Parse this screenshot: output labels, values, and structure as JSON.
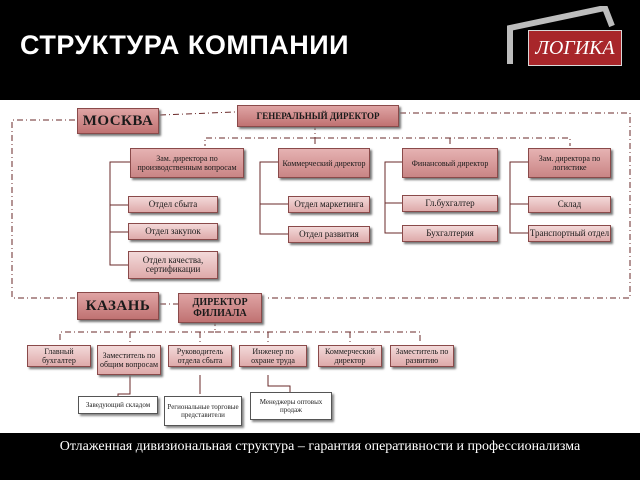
{
  "header": {
    "title": "СТРУКТУРА КОМПАНИИ",
    "logo_text": "ЛОГИКА"
  },
  "chart": {
    "moscow": "МОСКВА",
    "general_director": "ГЕНЕРАЛЬНЫЙ ДИРЕКТОР",
    "directors": [
      "Зам. директора по производственным вопросам",
      "Коммерческий директор",
      "Финансовый директор",
      "Зам. директора по логистике"
    ],
    "departments": {
      "production": [
        "Отдел сбыта",
        "Отдел закупок",
        "Отдел качества, сертификации"
      ],
      "commercial": [
        "Отдел маркетинга",
        "Отдел развития"
      ],
      "finance": [
        "Гл.бухгалтер",
        "Бухгалтерия"
      ],
      "logistics": [
        "Склад",
        "Транспортный отдел"
      ]
    },
    "kazan": "КАЗАНЬ",
    "branch_director": "ДИРЕКТОР ФИЛИАЛА",
    "branch_staff": [
      "Главный бухгалтер",
      "Заместитель по общим вопросам",
      "Руководитель отдела сбыта",
      "Инженер по охране труда",
      "Коммерческий директор",
      "Заместитель по развитию"
    ],
    "branch_sub": [
      "Заведующий складом",
      "Региональные торговые представители",
      "Менеджеры оптовых продаж"
    ]
  },
  "footer": {
    "caption": "Отлаженная дивизиональная структура – гарантия оперативности и профессионализма"
  },
  "colors": {
    "box_fill": "#d49494",
    "logo_red": "#a8262a",
    "connector": "#6a2a2a"
  }
}
